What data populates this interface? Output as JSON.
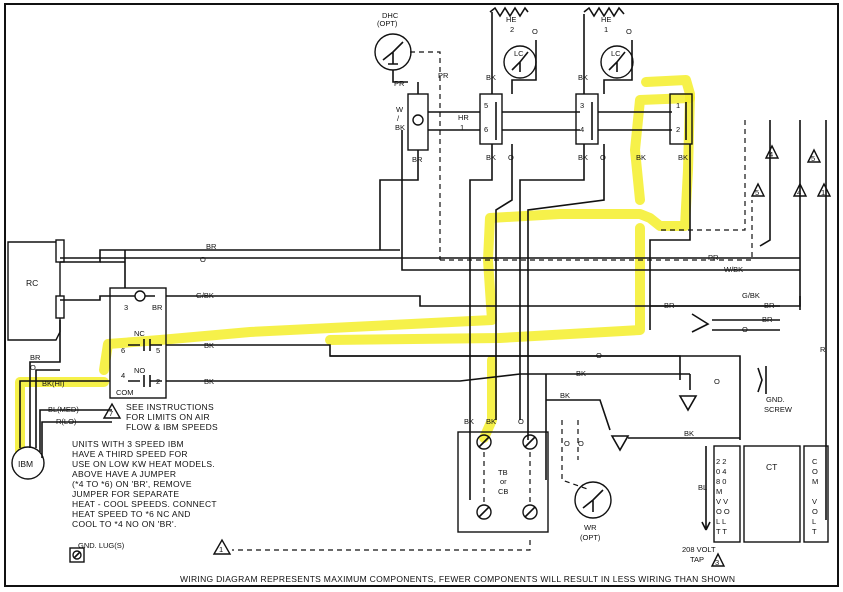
{
  "footer": "WIRING DIAGRAM REPRESENTS MAXIMUM COMPONENTS, FEWER COMPONENTS WILL RESULT IN LESS WIRING THAN SHOWN",
  "components": {
    "rc": "RC",
    "ibm": "IBM",
    "dhc": "DHC",
    "dhc_opt": "(OPT)",
    "lc": "LC",
    "he2": "HE",
    "he2_num": "2",
    "he1": "HE",
    "he1_num": "1",
    "hr": "HR",
    "hr_num": "1",
    "tb_cb": [
      "TB",
      "or",
      "CB"
    ],
    "wr": "WR",
    "wr_opt": "(OPT)",
    "ct": "CT",
    "gnd_screw": [
      "GND.",
      "SCREW"
    ],
    "gnd_lugs": "GND. LUG(S)",
    "volt_tap": [
      "208 VOLT",
      "TAP"
    ],
    "ct_left": [
      "2 2",
      "0 4",
      "8 0",
      "  M",
      "V V",
      "O O",
      "L L",
      "T T"
    ],
    "ct_right": [
      "C",
      "O",
      "M",
      "",
      "V",
      "O",
      "L",
      "T"
    ]
  },
  "wires": {
    "br": "BR",
    "o": "O",
    "g_bk": "G/BK",
    "bk": "BK",
    "pr": "PR",
    "w_bk": "W/BK",
    "w_bk_split": [
      "W",
      "/",
      "BK"
    ],
    "r": "R",
    "bl_med": "BL(MED)",
    "r_lo": "R(LO)",
    "bk_hi": "BK(HI)",
    "bl": "BL"
  },
  "relay": {
    "nc": "NC",
    "no": "NO",
    "com": "COM",
    "t3": "3",
    "t6": "6",
    "t5": "5",
    "t4": "4",
    "t2": "2"
  },
  "terminals": {
    "n1": "1",
    "n2": "2",
    "n3": "3",
    "n4": "4",
    "n5": "5",
    "n6": "6"
  },
  "callouts": {
    "c7": "7",
    "c4": "4",
    "c5": "5",
    "c3": "3",
    "c1": "1"
  },
  "notes": {
    "instructions": [
      "SEE INSTRUCTIONS",
      "FOR LIMITS ON AIR",
      "FLOW & IBM SPEEDS"
    ],
    "ibm_note": [
      "UNITS WITH 3 SPEED IBM",
      "HAVE A THIRD SPEED FOR",
      "USE ON LOW KW HEAT MODELS.",
      "ABOVE HAVE A JUMPER",
      "(*4 TO *6) ON 'BR', REMOVE",
      "JUMPER FOR SEPARATE",
      "HEAT - COOL SPEEDS. CONNECT",
      "HEAT SPEED TO *6 NC AND",
      "COOL TO *4 NO ON 'BR'."
    ]
  }
}
